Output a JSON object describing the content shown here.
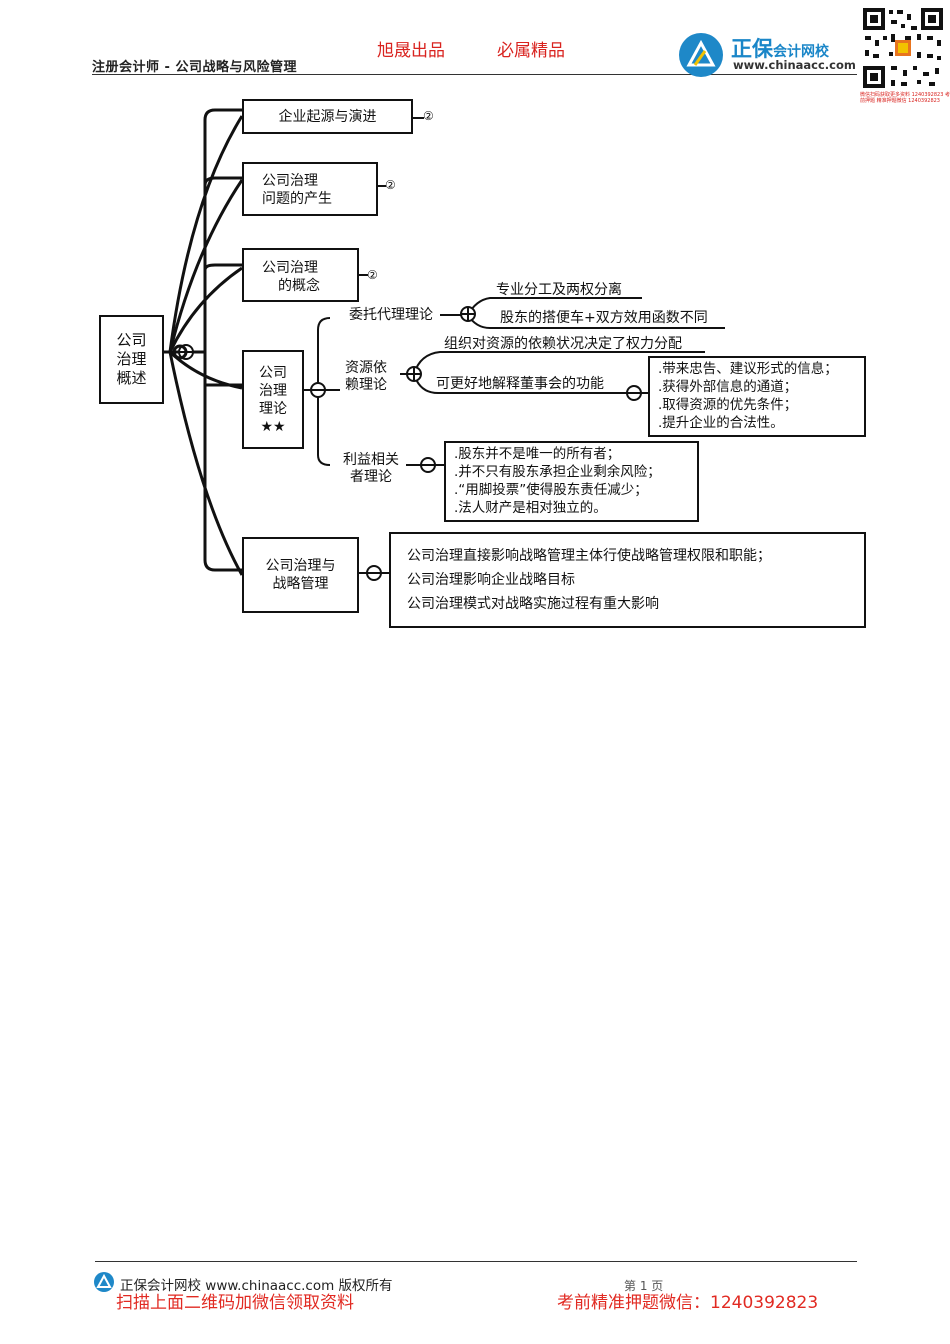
{
  "header": {
    "course": "注册会计师 - 公司战略与风险管理",
    "slogan_left": "旭晟出品",
    "slogan_right": "必属精品",
    "brand_main": "正保",
    "brand_sub": "会计网校",
    "brand_url": "www.chinaacc.com"
  },
  "qr": {
    "icon": "qr-code-icon",
    "caption": "微信扫码获取更多资料 1240392823 考前押题 精准押题微信 1240392823"
  },
  "mindmap": {
    "root": "公司治理概述",
    "root_lines": [
      "公司",
      "治理",
      "概述"
    ],
    "branches": {
      "b1": {
        "label": "企业起源与演进",
        "marker": "②"
      },
      "b2": {
        "line1": "公司治理",
        "line2": "问题的产生",
        "marker": "②"
      },
      "b3": {
        "line1": "公司治理",
        "line2": "的概念",
        "marker": "②"
      },
      "b4": {
        "line1": "公司",
        "line2": "治理",
        "line3": "理论",
        "stars": "★★",
        "t1": {
          "label": "委托代理理论",
          "items": [
            "专业分工及两权分离",
            "股东的搭便车+双方效用函数不同"
          ]
        },
        "t2": {
          "line1": "资源依",
          "line2": "赖理论",
          "item1": "组织对资源的依赖状况决定了权力分配",
          "item2": "可更好地解释董事会的功能",
          "functions": [
            ".带来忠告、建议形式的信息；",
            ".获得外部信息的通道；",
            ".取得资源的优先条件；",
            ".提升企业的合法性。"
          ]
        },
        "t3": {
          "line1": "利益相关",
          "line2": "者理论",
          "points": [
            ".股东并不是唯一的所有者；",
            ".并不只有股东承担企业剩余风险；",
            ".“用脚投票”使得股东责任减少；",
            ".法人财产是相对独立的。"
          ]
        }
      },
      "b5": {
        "line1": "公司治理与",
        "line2": "战略管理",
        "points": [
          "公司治理直接影响战略管理主体行使战略管理权限和职能；",
          "公司治理影响企业战略目标",
          "公司治理模式对战略实施过程有重大影响"
        ]
      }
    }
  },
  "footer": {
    "copyright": "正保会计网校 www.chinaacc.com 版权所有",
    "page": "第 1 页",
    "red_left": "扫描上面二维码加微信领取资料",
    "red_right": "考前精准押题微信：1240392823"
  }
}
